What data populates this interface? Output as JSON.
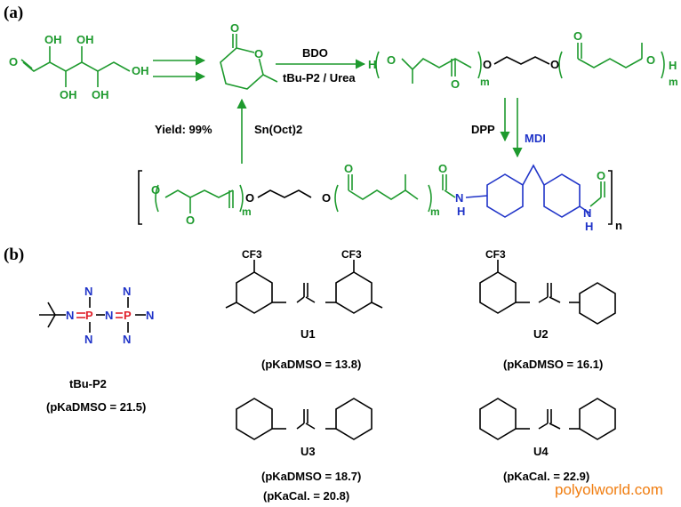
{
  "panel_a": {
    "label": "(a)",
    "glucose": {
      "atom_O": "O",
      "oh": [
        "OH",
        "OH",
        "OH",
        "OH",
        "OH"
      ]
    },
    "lactone": {
      "o_ring": "O",
      "o_carbonyl": "O"
    },
    "step1": {
      "reagent_top": "BDO",
      "reagent_bottom": "tBu-P2 / Urea"
    },
    "diol": {
      "h_left": "H",
      "o1": "O",
      "o2": "O",
      "o3": "O",
      "o4": "O",
      "o5": "O",
      "h_right": "H",
      "m1": "m",
      "m2": "m"
    },
    "step2": {
      "left": "DPP",
      "right": "MDI"
    },
    "step3": {
      "yield": "Yield: 99%",
      "catalyst": "Sn(Oct)2"
    },
    "polymer": {
      "o": "O",
      "nh": "N",
      "h": "H",
      "m": "m",
      "n": "n"
    }
  },
  "panel_b": {
    "label": "(b)",
    "tbu_p2": {
      "name": "tBu-P2",
      "pka": "(pKaDMSO = 21.5)",
      "P": "P",
      "N": "N"
    },
    "u1": {
      "name": "U1",
      "pka": "(pKaDMSO = 13.8)",
      "cf3": "CF3"
    },
    "u2": {
      "name": "U2",
      "pka": "(pKaDMSO = 16.1)"
    },
    "u3": {
      "name": "U3",
      "pka1": "(pKaDMSO = 18.7)",
      "pka2": "(pKaCal. = 20.8)"
    },
    "u4": {
      "name": "U4",
      "pka": "(pKaCal. = 22.9)"
    }
  },
  "watermark": "polyolworld.com",
  "colors": {
    "green": "#1e9a2e",
    "blue": "#1f33c8",
    "red": "#e0202a",
    "black": "#000000",
    "watermark": "#f07d10"
  }
}
